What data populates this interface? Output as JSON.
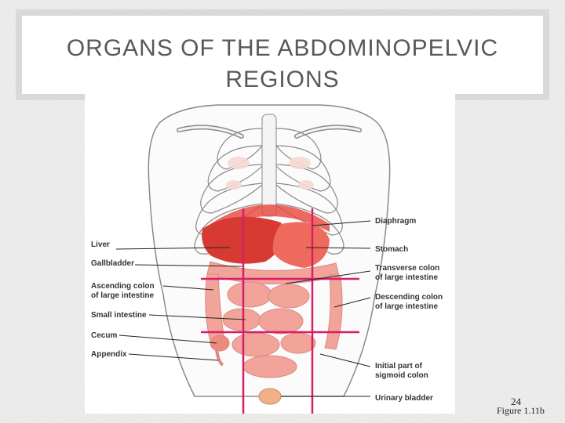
{
  "slide": {
    "title_line1": "ORGANS OF THE ABDOMINOPELVIC",
    "title_line2": "REGIONS",
    "page_number": "24",
    "figure_reference": "Figure 1.11b"
  },
  "figure": {
    "left_labels": {
      "liver": "Liver",
      "gallbladder": "Gallbladder",
      "ascending_colon_1": "Ascending colon",
      "ascending_colon_2": "of large intestine",
      "small_intestine": "Small intestine",
      "cecum": "Cecum",
      "appendix": "Appendix"
    },
    "right_labels": {
      "diaphragm": "Diaphragm",
      "stomach": "Stomach",
      "transverse_colon_1": "Transverse colon",
      "transverse_colon_2": "of large intestine",
      "descending_colon_1": "Descending colon",
      "descending_colon_2": "of large intestine",
      "sigmoid_colon_1": "Initial part of",
      "sigmoid_colon_2": "sigmoid colon",
      "urinary_bladder": "Urinary bladder"
    },
    "colors": {
      "organ_red": "#e8453c",
      "organ_pink": "#f2a49a",
      "region_lines": "#d61f6a",
      "bone": "#f4f4f4",
      "outline": "#8a8a8a"
    }
  }
}
